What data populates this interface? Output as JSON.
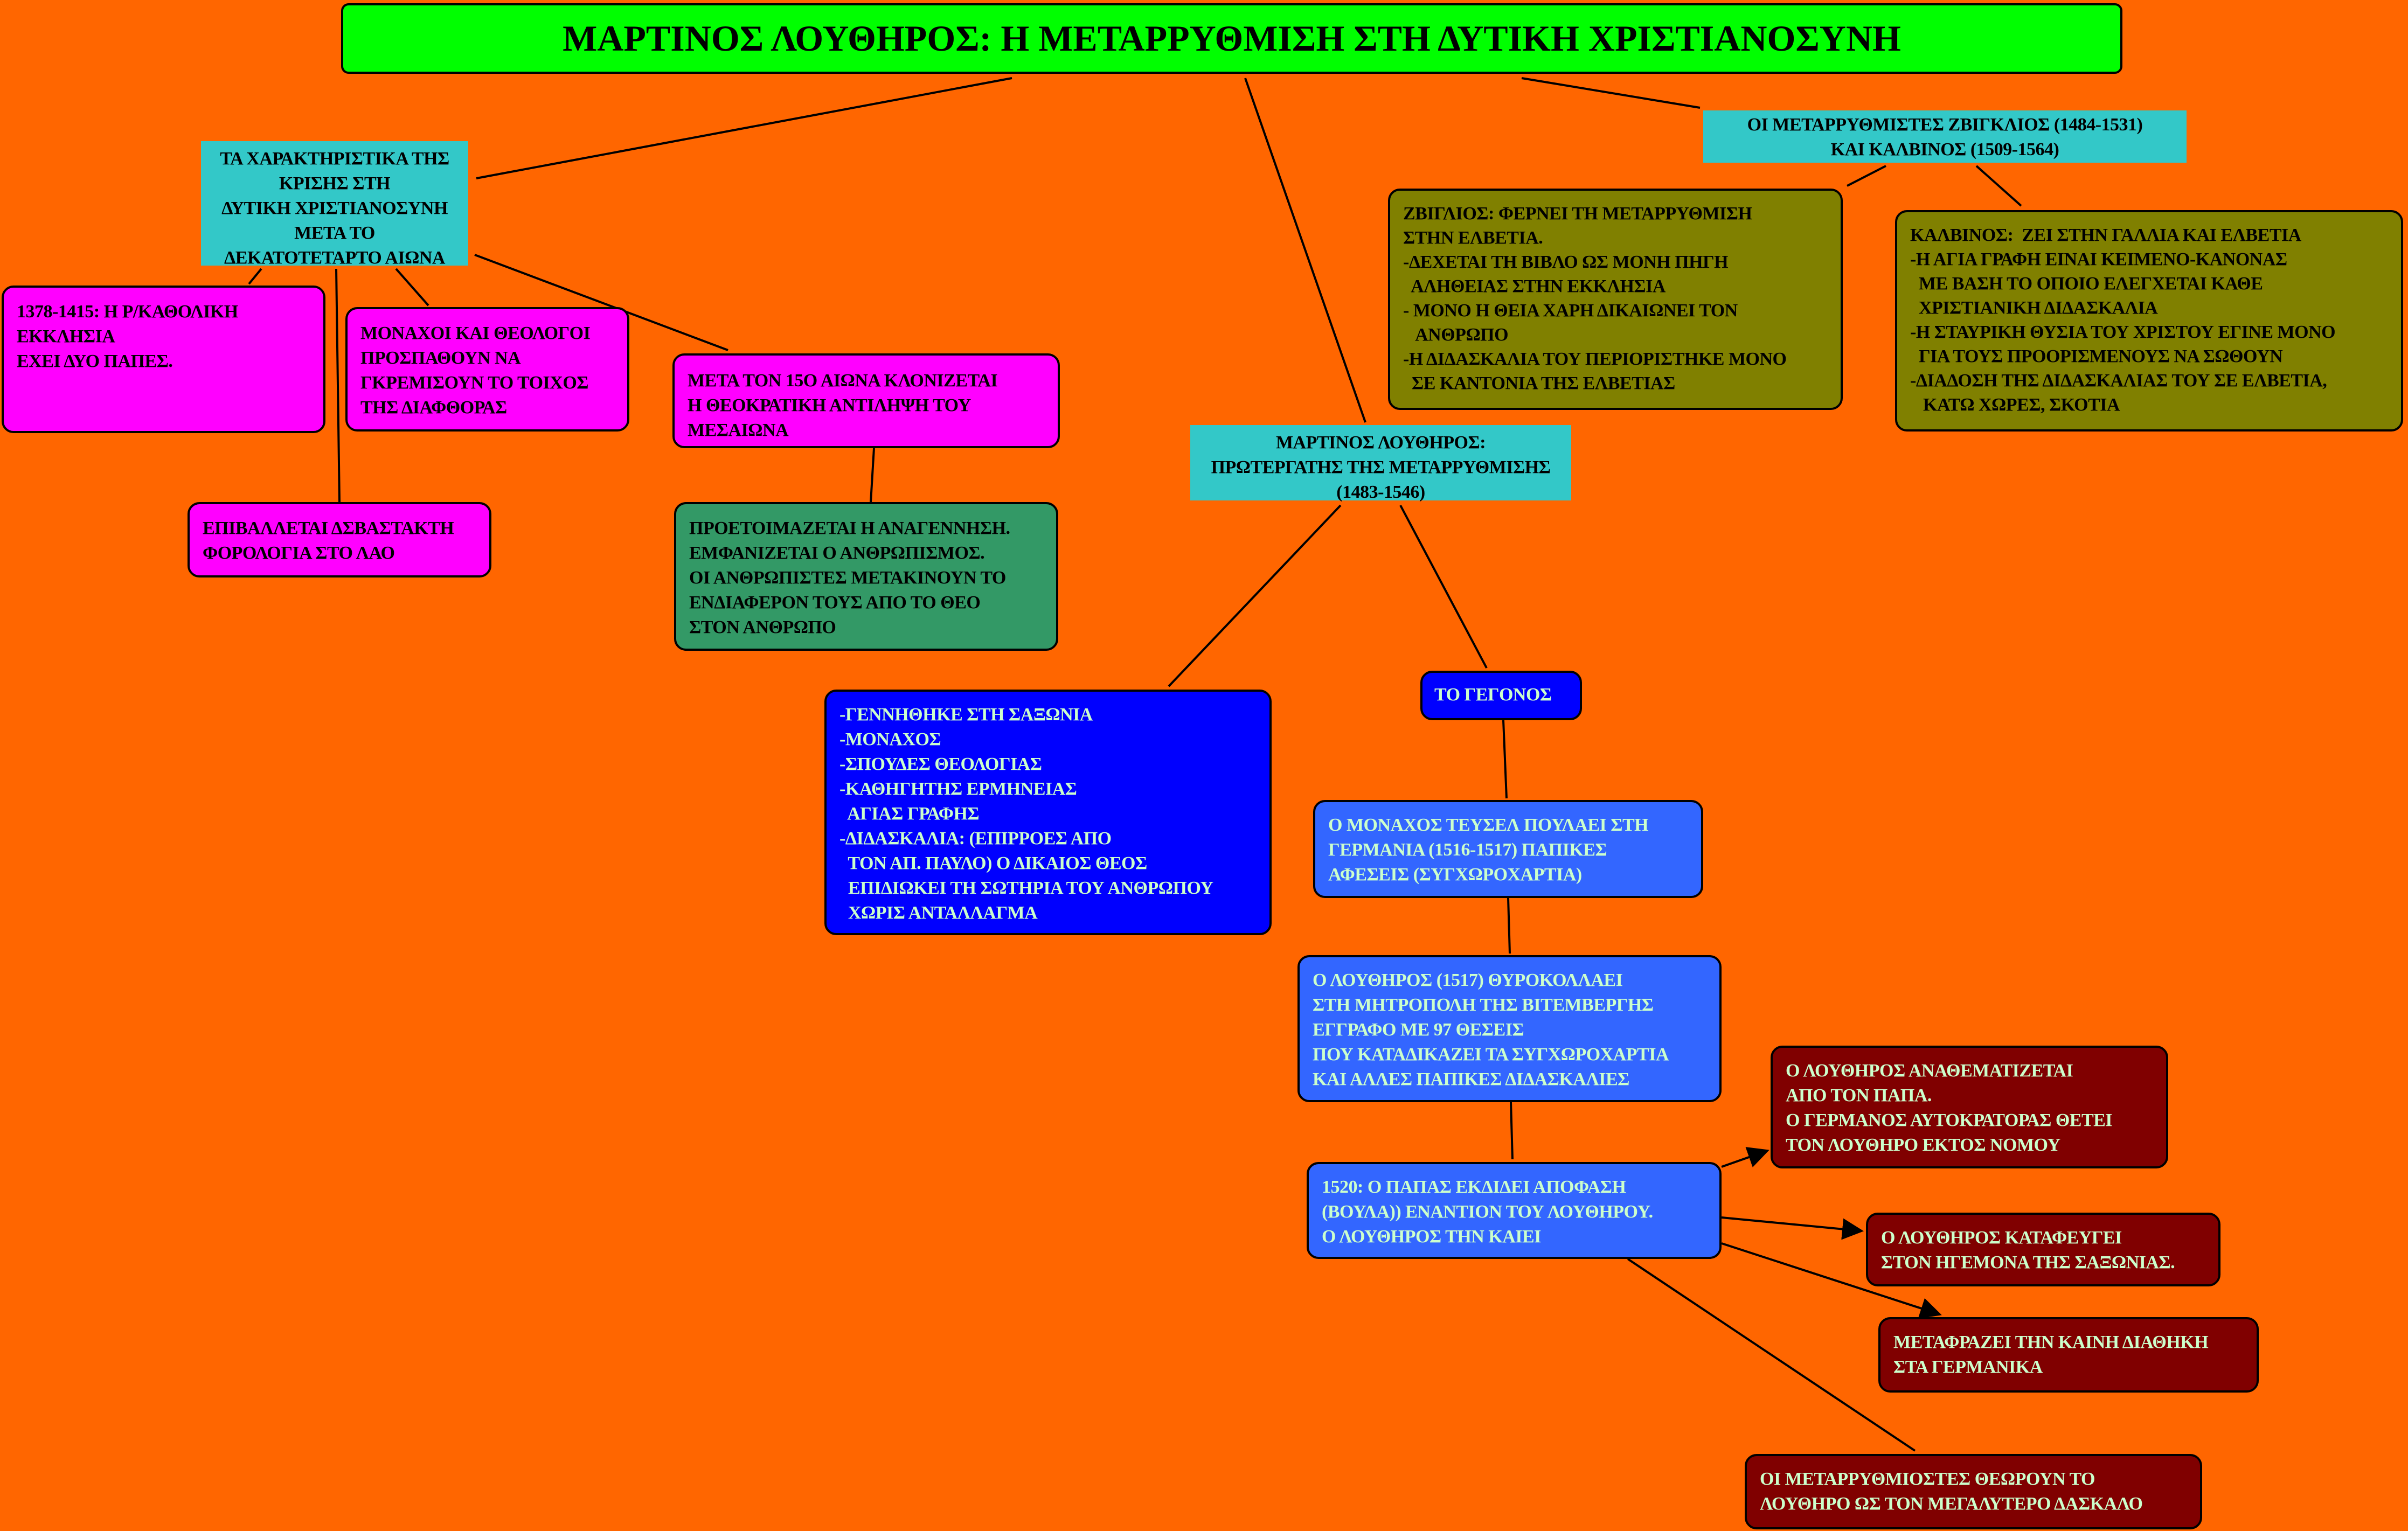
{
  "title": "ΜΑΡΤΙΝΟΣ ΛΟΥΘΗΡΟΣ: Η ΜΕΤΑΡΡΥΘΜΙΣΗ ΣΤΗ ΔΥΤΙΚΗ ΧΡΙΣΤΙΑΝΟΣΥΝΗ",
  "nodes": {
    "crisis": "ΤΑ ΧΑΡΑΚΤΗΡΙΣΤΙΚΑ ΤΗΣ\nΚΡΙΣΗΣ ΣΤΗ\nΔΥΤΙΚΗ ΧΡΙΣΤΙΑΝΟΣΥΝΗ\nΜΕΤΑ ΤΟ\nΔΕΚΑΤΟΤΕΤΑΡΤΟ ΑΙΩΝΑ",
    "popes": "1378-1415: Η Ρ/ΚΑΘΟΛΙΚΗ\nΕΚΚΛΗΣΙΑ\nΕΧΕΙ ΔΥΟ ΠΑΠΕΣ.",
    "monks": "ΜΟΝΑΧΟΙ ΚΑΙ ΘΕΟΛΟΓΟΙ\nΠΡΟΣΠΑΘΟΥΝ ΝΑ\nΓΚΡΕΜΙΣΟΥΝ ΤΟ ΤΟΙΧΟΣ\nΤΗΣ ΔΙΑΦΘΟΡΑΣ",
    "century15": "ΜΕΤΑ ΤΟΝ 15Ο ΑΙΩΝΑ ΚΛΟΝΙΖΕΤΑΙ\nΗ ΘΕΟΚΡΑΤΙΚΗ ΑΝΤΙΛΗΨΗ ΤΟΥ\nΜΕΣΑΙΩΝΑ",
    "taxation": "ΕΠΙΒΑΛΛΕΤΑΙ ΔΣΒΑΣΤΑΚΤΗ\nΦΟΡΟΛΟΓΙΑ ΣΤΟ ΛΑΟ",
    "renaissance": "ΠΡΟΕΤΟΙΜΑΖΕΤΑΙ Η ΑΝΑΓΕΝΝΗΣΗ.\nΕΜΦΑΝΙΖΕΤΑΙ Ο ΑΝΘΡΩΠΙΣΜΟΣ.\nΟΙ ΑΝΘΡΩΠΙΣΤΕΣ ΜΕΤΑΚΙΝΟΥΝ ΤΟ\nΕΝΔΙΑΦΕΡΟΝ ΤΟΥΣ ΑΠΟ ΤΟ ΘΕΟ\nΣΤΟΝ ΑΝΘΡΩΠΟ",
    "luther": "ΜΑΡΤΙΝΟΣ ΛΟΥΘΗΡΟΣ:\nΠΡΩΤΕΡΓΑΤΗΣ ΤΗΣ ΜΕΤΑΡΡΥΘΜΙΣΗΣ\n(1483-1546)",
    "reformers": "ΟΙ ΜΕΤΑΡΡΥΘΜΙΣΤΕΣ ΖΒΙΓΚΛΙΟΣ (1484-1531)\nΚΑΙ ΚΑΛΒΙΝΟΣ (1509-1564)",
    "zwingli": "ΖΒΙΓΛΙΟΣ: ΦΕΡΝΕΙ ΤΗ ΜΕΤΑΡΡΥΘΜΙΣΗ\nΣΤΗΝ ΕΛΒΕΤΙΑ.\n-ΔΕΧΕΤΑΙ ΤΗ ΒΙΒΛΟ ΩΣ ΜΟΝΗ ΠΗΓΗ\n  ΑΛΗΘΕΙΑΣ ΣΤΗΝ ΕΚΚΛΗΣΙΑ\n- ΜΟΝΟ Η ΘΕΙΑ ΧΑΡΗ ΔΙΚΑΙΩΝΕΙ ΤΟΝ\n   ΑΝΘΡΩΠΟ\n-Η ΔΙΔΑΣΚΑΛΙΑ ΤΟΥ ΠΕΡΙΟΡΙΣΤΗΚΕ ΜΟΝΟ\n  ΣΕ ΚΑΝΤΟΝΙΑ ΤΗΣ ΕΛΒΕΤΙΑΣ",
    "calvin": "ΚΑΛΒΙΝΟΣ:  ΖΕΙ ΣΤΗΝ ΓΑΛΛΙΑ ΚΑΙ ΕΛΒΕΤΙΑ\n-Η ΑΓΙΑ ΓΡΑΦΗ ΕΙΝΑΙ ΚΕΙΜΕΝΟ-ΚΑΝΟΝΑΣ\n  ΜΕ ΒΑΣΗ ΤΟ ΟΠΟΙΟ ΕΛΕΓΧΕΤΑΙ ΚΑΘΕ\n  ΧΡΙΣΤΙΑΝΙΚΗ ΔΙΔΑΣΚΑΛΙΑ\n-Η ΣΤΑΥΡΙΚΗ ΘΥΣΙΑ ΤΟΥ ΧΡΙΣΤΟΥ ΕΓΙΝΕ ΜΟΝΟ\n  ΓΙΑ ΤΟΥΣ ΠΡΟΟΡΙΣΜΕΝΟΥΣ ΝΑ ΣΩΘΟΥΝ\n-ΔΙΑΔΟΣΗ ΤΗΣ ΔΙΔΑΣΚΑΛΙΑΣ ΤΟΥ ΣΕ ΕΛΒΕΤΙΑ,\n   ΚΑΤΩ ΧΩΡΕΣ, ΣΚΟΤΙΑ",
    "bio": "-ΓΕΝΝΗΘΗΚΕ ΣΤΗ ΣΑΞΩΝΙΑ\n-ΜΟΝΑΧΟΣ\n-ΣΠΟΥΔΕΣ ΘΕΟΛΟΓΙΑΣ\n-ΚΑΘΗΓΗΤΗΣ ΕΡΜΗΝΕΙΑΣ\n  ΑΓΙΑΣ ΓΡΑΦΗΣ\n-ΔΙΔΑΣΚΑΛΙΑ: (ΕΠΙΡΡΟΕΣ ΑΠΟ\n  ΤΟΝ ΑΠ. ΠΑΥΛΟ) Ο ΔΙΚΑΙΟΣ ΘΕΟΣ\n  ΕΠΙΔΙΩΚΕΙ ΤΗ ΣΩΤΗΡΙΑ ΤΟΥ ΑΝΘΡΩΠΟΥ\n  ΧΩΡΙΣ ΑΝΤΑΛΛΑΓΜΑ",
    "event": "ΤΟ ΓΕΓΟΝΟΣ",
    "tetzel": "Ο ΜΟΝΑΧΟΣ ΤΕΥΣΕΛ ΠΟΥΛΑΕΙ ΣΤΗ\nΓΕΡΜΑΝΙΑ (1516-1517) ΠΑΠΙΚΕΣ\nΑΦΕΣΕΙΣ (ΣΥΓΧΩΡΟΧΑΡΤΙΑ)",
    "theses": "Ο ΛΟΥΘΗΡΟΣ (1517) ΘΥΡΟΚΟΛΛΑΕΙ\nΣΤΗ ΜΗΤΡΟΠΟΛΗ ΤΗΣ ΒΙΤΕΜΒΕΡΓΗΣ\nΕΓΓΡΑΦΟ ΜΕ 97 ΘΕΣΕΙΣ\nΠΟΥ ΚΑΤΑΔΙΚΑΖΕΙ ΤΑ ΣΥΓΧΩΡΟΧΑΡΤΙΑ\nΚΑΙ ΑΛΛΕΣ ΠΑΠΙΚΕΣ ΔΙΔΑΣΚΑΛΙΕΣ",
    "bull": "1520: Ο ΠΑΠΑΣ ΕΚΔΙΔΕΙ ΑΠΟΦΑΣΗ\n(ΒΟΥΛΑ)) ΕΝΑΝΤΙΟΝ ΤΟΥ ΛΟΥΘΗΡΟΥ.\nΟ ΛΟΥΘΗΡΟΣ ΤΗΝ ΚΑΙΕΙ",
    "anathema": "Ο ΛΟΥΘΗΡΟΣ ΑΝΑΘΕΜΑΤΙΖΕΤΑΙ\nΑΠΟ ΤΟΝ ΠΑΠΑ.\nΟ ΓΕΡΜΑΝΟΣ ΑΥΤΟΚΡΑΤΟΡΑΣ ΘΕΤΕΙ\nΤΟΝ ΛΟΥΘΗΡΟ ΕΚΤΟΣ ΝΟΜΟΥ",
    "refuge": "Ο ΛΟΥΘΗΡΟΣ ΚΑΤΑΦΕΥΓΕΙ\nΣΤΟΝ ΗΓΕΜΟΝΑ ΤΗΣ ΣΑΞΩΝΙΑΣ.",
    "translation": "ΜΕΤΑΦΡΑΖΕΙ ΤΗΝ ΚΑΙΝΗ ΔΙΑΘΗΚΗ\nΣΤΑ ΓΕΡΜΑΝΙΚΑ",
    "teacher": "ΟΙ ΜΕΤΑΡΡΥΘΜΙΟΣΤΕΣ ΘΕΩΡΟΥΝ ΤΟ\nΛΟΥΘΗΡΟ ΩΣ ΤΟΝ ΜΕΓΑΛΥΤΕΡΟ ΔΑΣΚΑΛΟ"
  }
}
